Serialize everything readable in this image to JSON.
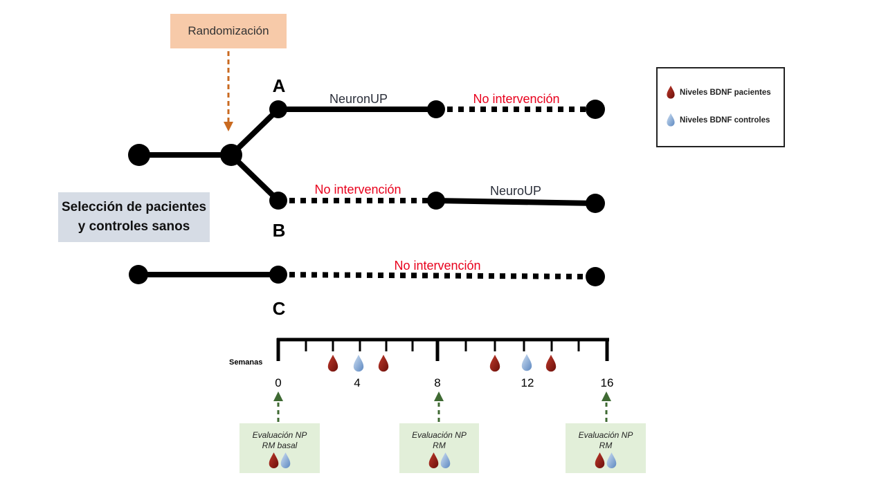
{
  "randomization_label": "Randomización",
  "selection_label": "Selección de pacientes\ny controles sanos",
  "groups": {
    "a": {
      "letter": "A",
      "segment1": "NeuronUP",
      "segment2": "No intervención"
    },
    "b": {
      "letter": "B",
      "segment1": "No intervención",
      "segment2": "NeuroUP"
    },
    "c": {
      "letter": "C",
      "segment1": "No intervención"
    }
  },
  "timeline": {
    "axis_label": "Semanas",
    "ticks": [
      "0",
      "4",
      "8",
      "12",
      "16"
    ]
  },
  "evaluations": [
    {
      "text": "Evaluación NP\nRM basal"
    },
    {
      "text": "Evaluación NP\nRM"
    },
    {
      "text": "Evaluación NP\nRM"
    }
  ],
  "legend": {
    "patients": "Niveles BDNF pacientes",
    "controls": "Niveles BDNF controles"
  },
  "colors": {
    "patient_drop": "#8b1a12",
    "control_drop": "#8fb3de",
    "intervention_text": "#e8001c",
    "randomization_arrow": "#c96a20",
    "evaluation_arrow": "#3f6a33"
  }
}
